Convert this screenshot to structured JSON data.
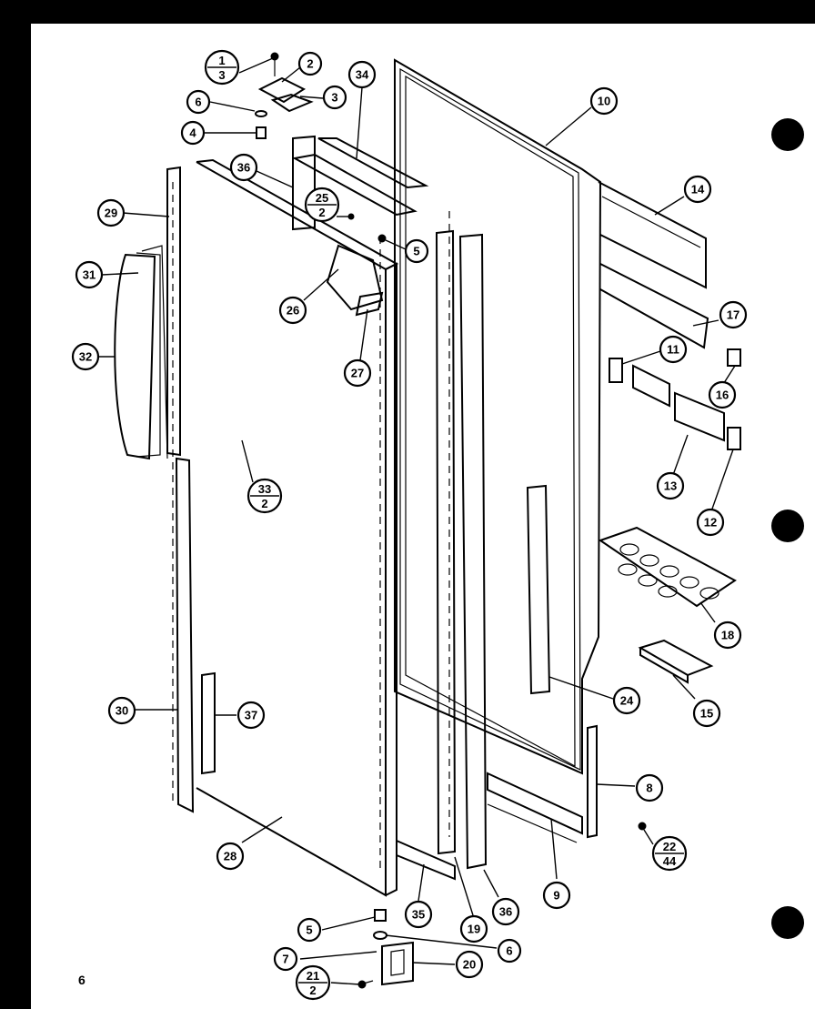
{
  "page": {
    "number": "6"
  },
  "callouts": [
    {
      "label": "1",
      "denominator": "3"
    },
    {
      "label": "2"
    },
    {
      "label": "3"
    },
    {
      "label": "6"
    },
    {
      "label": "4"
    },
    {
      "label": "34"
    },
    {
      "label": "10"
    },
    {
      "label": "36"
    },
    {
      "label": "25",
      "denominator": "2"
    },
    {
      "label": "5"
    },
    {
      "label": "29"
    },
    {
      "label": "31"
    },
    {
      "label": "26"
    },
    {
      "label": "32"
    },
    {
      "label": "27"
    },
    {
      "label": "14"
    },
    {
      "label": "17"
    },
    {
      "label": "11"
    },
    {
      "label": "16"
    },
    {
      "label": "13"
    },
    {
      "label": "12"
    },
    {
      "label": "33",
      "denominator": "2"
    },
    {
      "label": "18"
    },
    {
      "label": "24"
    },
    {
      "label": "15"
    },
    {
      "label": "30"
    },
    {
      "label": "37"
    },
    {
      "label": "8"
    },
    {
      "label": "22",
      "denominator": "44"
    },
    {
      "label": "28"
    },
    {
      "label": "9"
    },
    {
      "label": "36"
    },
    {
      "label": "35"
    },
    {
      "label": "19"
    },
    {
      "label": "5"
    },
    {
      "label": "6"
    },
    {
      "label": "7"
    },
    {
      "label": "20"
    },
    {
      "label": "21",
      "denominator": "2"
    }
  ]
}
